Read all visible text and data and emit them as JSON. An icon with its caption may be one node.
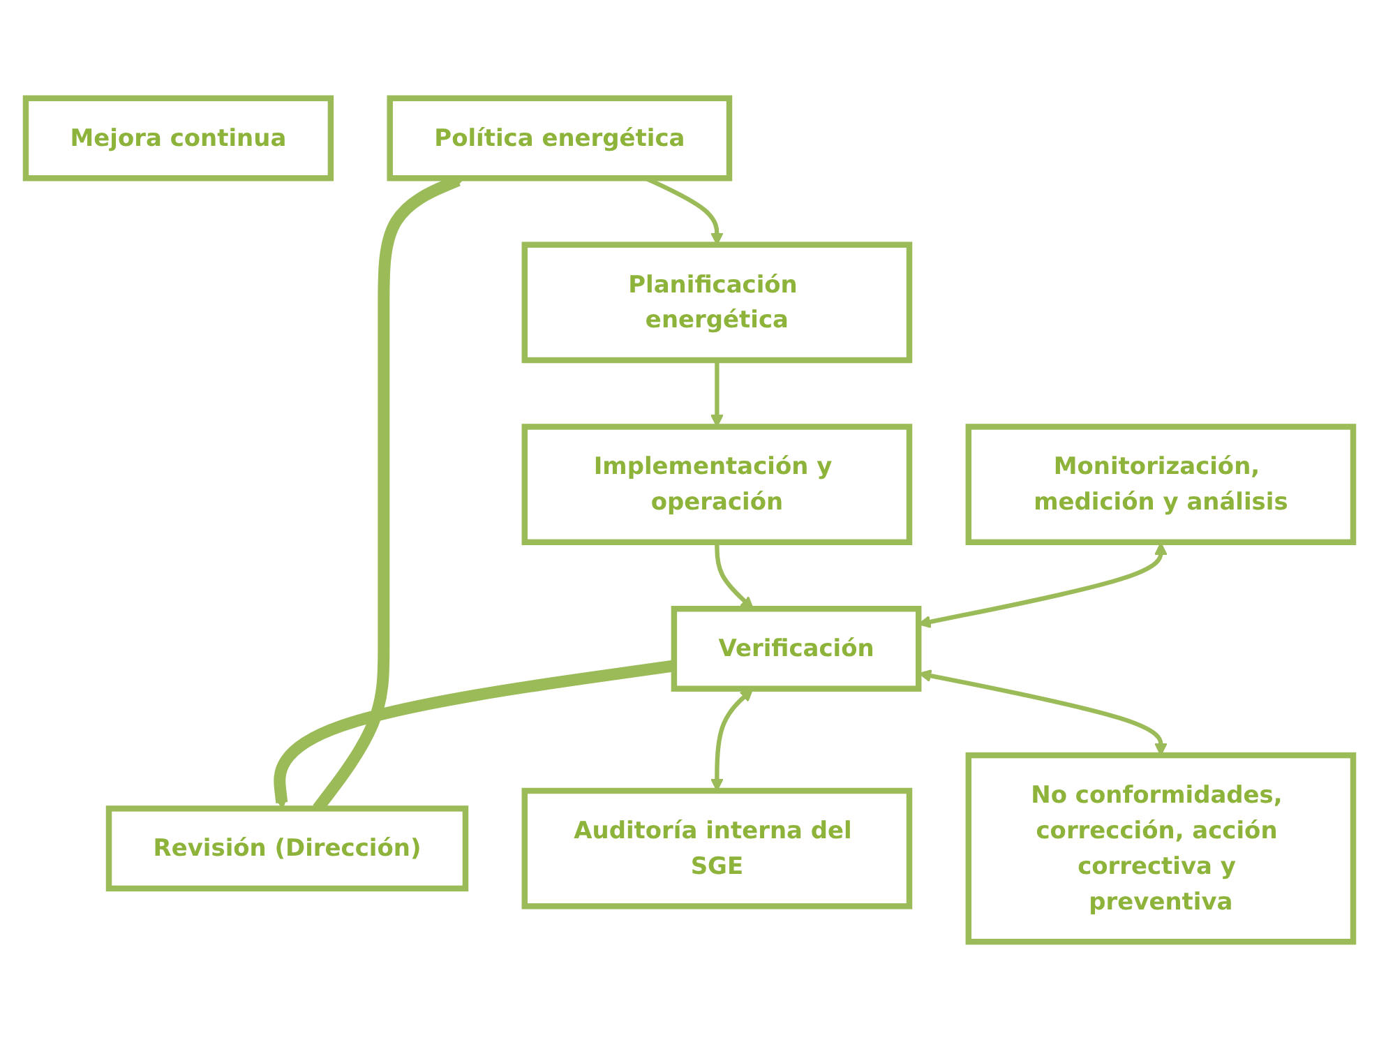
{
  "diagram": {
    "nodes": [
      {
        "text": [
          "Mejora continua"
        ]
      },
      {
        "text": [
          "Política energética"
        ]
      },
      {
        "text": [
          "Planificación energética"
        ]
      },
      {
        "text": [
          "Implementación y operación"
        ]
      },
      {
        "text": [
          "Verificación"
        ]
      },
      {
        "text": [
          "Revisión (Dirección)"
        ]
      },
      {
        "text": [
          "Monitorización, medición y análisis"
        ]
      },
      {
        "text": [
          "Auditoría interna del SGE"
        ]
      },
      {
        "text": [
          "No conformidades, corrección, acción correctiva y preventiva"
        ]
      }
    ],
    "edges": [
      {
        "from": 1,
        "to": 2,
        "arrow": "to"
      },
      {
        "from": 2,
        "to": 3,
        "arrow": "to"
      },
      {
        "from": 3,
        "to": 4,
        "arrow": "to"
      },
      {
        "from": 4,
        "to": 5,
        "arrow": "to",
        "style": "thick"
      },
      {
        "from": 5,
        "to": 1,
        "arrow": "to",
        "style": "thick"
      },
      {
        "from": 6,
        "to": 4,
        "arrow": "both"
      },
      {
        "from": 4,
        "to": 7,
        "arrow": "both"
      },
      {
        "from": 4,
        "to": 8,
        "arrow": "both"
      }
    ]
  }
}
